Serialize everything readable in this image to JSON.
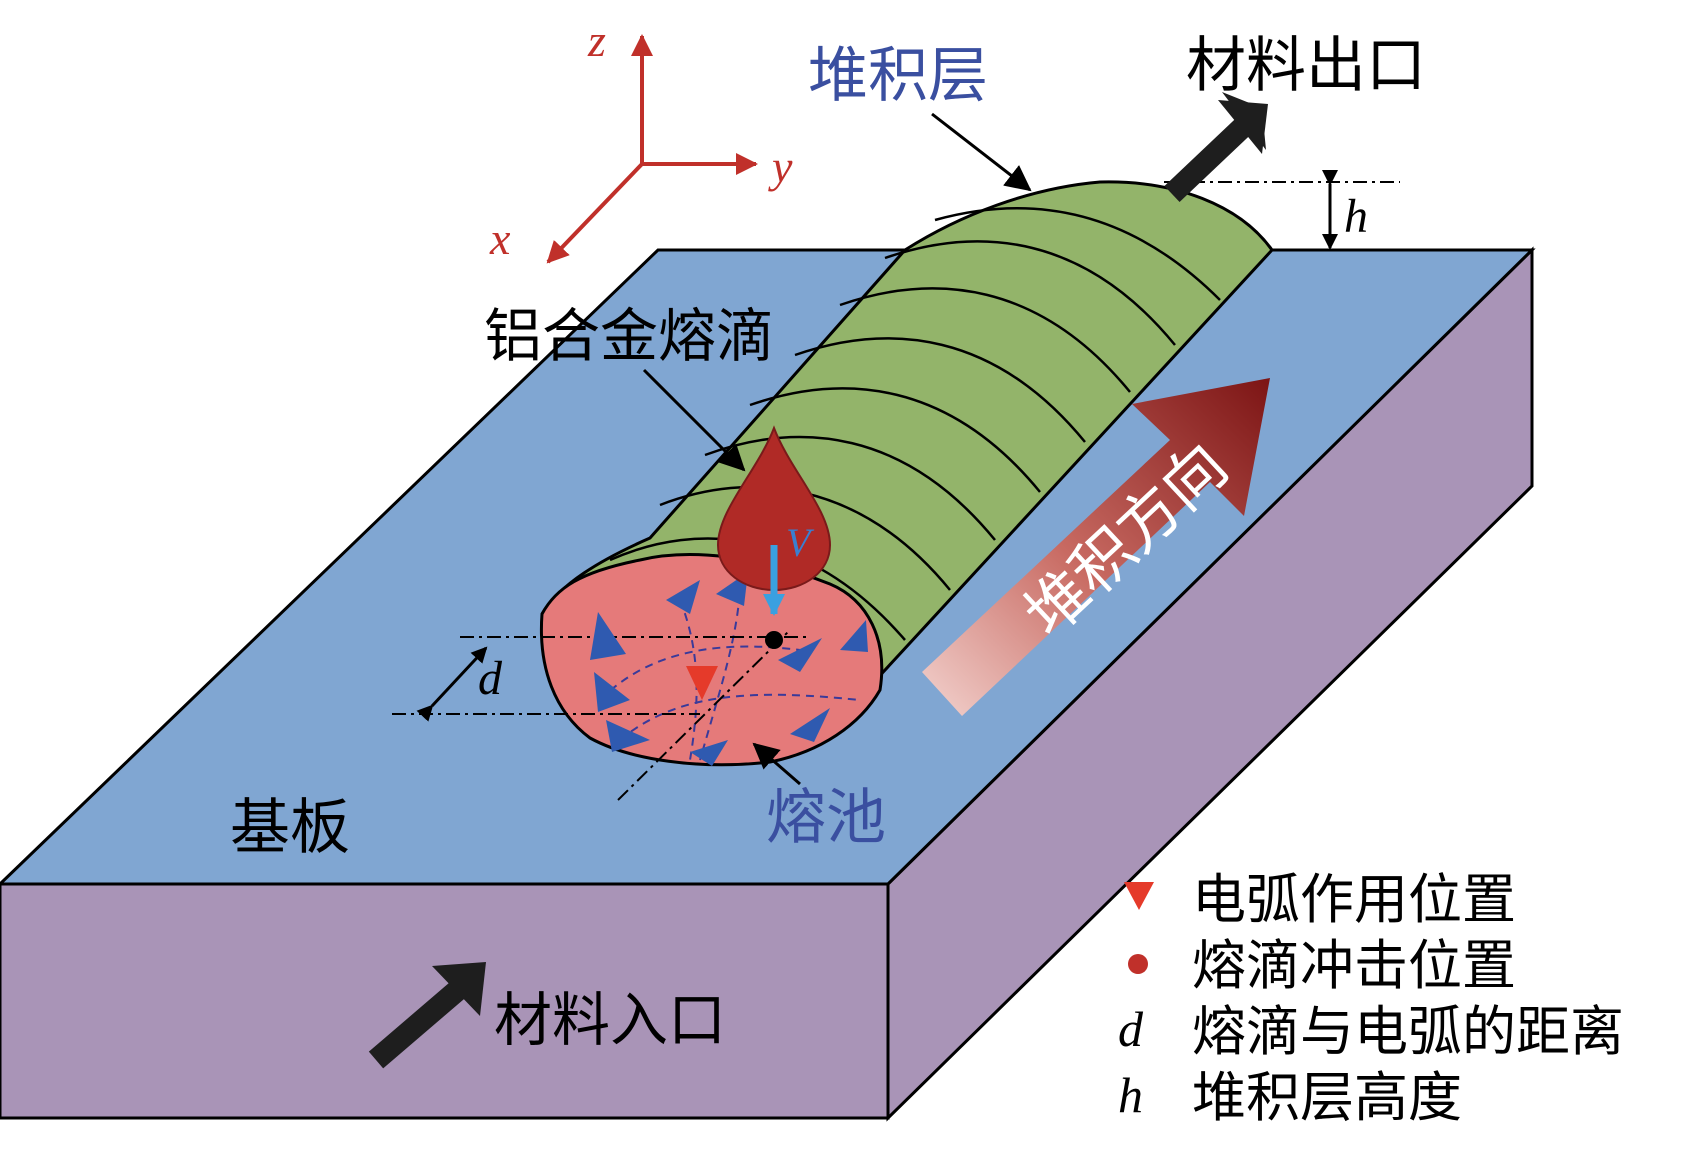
{
  "axes": {
    "z": "z",
    "y": "y",
    "x": "x"
  },
  "labels": {
    "deposit_layer": "堆积层",
    "material_outlet": "材料出口",
    "height_symbol": "h",
    "droplet": "铝合金熔滴",
    "velocity": "V",
    "distance_symbol": "d",
    "substrate": "基板",
    "molten_pool": "熔池",
    "deposit_direction": "堆积方向",
    "material_inlet": "材料入口"
  },
  "legend": [
    {
      "symbol": "▼",
      "text": "电弧作用位置"
    },
    {
      "symbol": "●",
      "text": "熔滴冲击位置"
    },
    {
      "symbol": "d",
      "text": "熔滴与电弧的距离"
    },
    {
      "symbol": "h",
      "text": "堆积层高度"
    }
  ],
  "colors": {
    "substrate_top": "#80a6d2",
    "substrate_front": "#a994b7",
    "substrate_side": "#a994b7",
    "bead": "#93b46a",
    "pool": "#e57a7a",
    "droplet": "#b02a26",
    "flow_arrow": "#2f5ab0",
    "axis": "#c0302a",
    "label_blue": "#3a4fa0",
    "direction_arrow_dark": "#8b1a1a",
    "direction_arrow_light": "#f1c7c3",
    "velocity_arrow": "#3aa0e0"
  }
}
